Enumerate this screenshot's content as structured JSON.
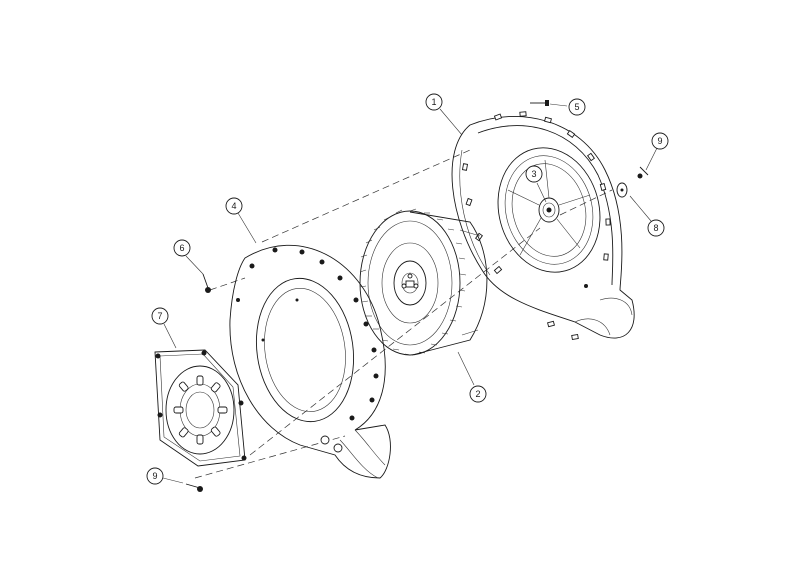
{
  "callouts": [
    {
      "id": "c1",
      "label": "1"
    },
    {
      "id": "c2",
      "label": "2"
    },
    {
      "id": "c3",
      "label": "3"
    },
    {
      "id": "c4",
      "label": "4"
    },
    {
      "id": "c5",
      "label": "5"
    },
    {
      "id": "c6",
      "label": "6"
    },
    {
      "id": "c7",
      "label": "7"
    },
    {
      "id": "c8",
      "label": "8"
    },
    {
      "id": "c9a",
      "label": "9"
    },
    {
      "id": "c9b",
      "label": "9"
    }
  ]
}
